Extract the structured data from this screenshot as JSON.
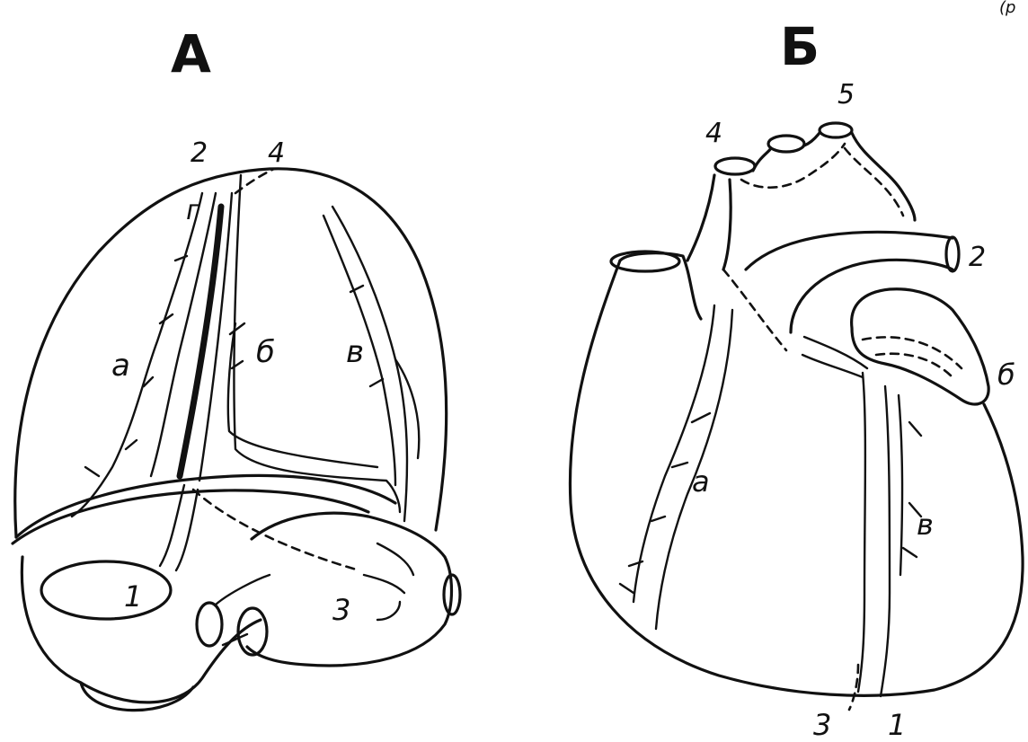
{
  "panels": [
    {
      "title": "А",
      "labels": [
        "2",
        "4",
        "г",
        "а",
        "б",
        "в",
        "1",
        "3"
      ]
    },
    {
      "title": "Б",
      "labels": [
        "4",
        "5",
        "2",
        "б",
        "а",
        "в",
        "3",
        "1"
      ]
    }
  ],
  "corner_mark": "(р",
  "colors": {
    "ink": "#111111",
    "paper": "#ffffff"
  }
}
